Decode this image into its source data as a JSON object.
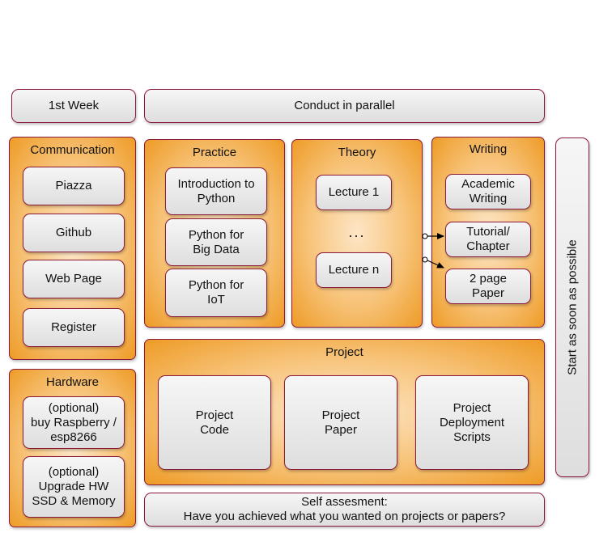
{
  "header": {
    "first_week": "1st Week",
    "parallel": "Conduct in parallel"
  },
  "communication": {
    "title": "Communication",
    "items": [
      "Piazza",
      "Github",
      "Web Page",
      "Register"
    ]
  },
  "hardware": {
    "title": "Hardware",
    "items": [
      "(optional)\nbuy Raspberry /\nesp8266",
      "(optional)\nUpgrade HW\nSSD & Memory"
    ]
  },
  "practice": {
    "title": "Practice",
    "items": [
      "Introduction to\nPython",
      "Python for\nBig Data",
      "Python for\nIoT"
    ]
  },
  "theory": {
    "title": "Theory",
    "first": "Lecture 1",
    "ellipsis": "...",
    "last": "Lecture n"
  },
  "writing": {
    "title": "Writing",
    "items": [
      "Academic\nWriting",
      "Tutorial/\nChapter",
      "2 page\nPaper"
    ]
  },
  "project": {
    "title": "Project",
    "items": [
      "Project\nCode",
      "Project\nPaper",
      "Project\nDeployment\nScripts"
    ]
  },
  "self_assessment": "Self assesment:\nHave you achieved what you wanted on projects or papers?",
  "side_note": "Start as soon as possible",
  "colors": {
    "border": "#8a1a3a",
    "orange_center": "#fde6c6",
    "orange_edge": "#ee9b26",
    "gray_top": "#f6f6f6",
    "gray_bottom": "#dedede"
  }
}
